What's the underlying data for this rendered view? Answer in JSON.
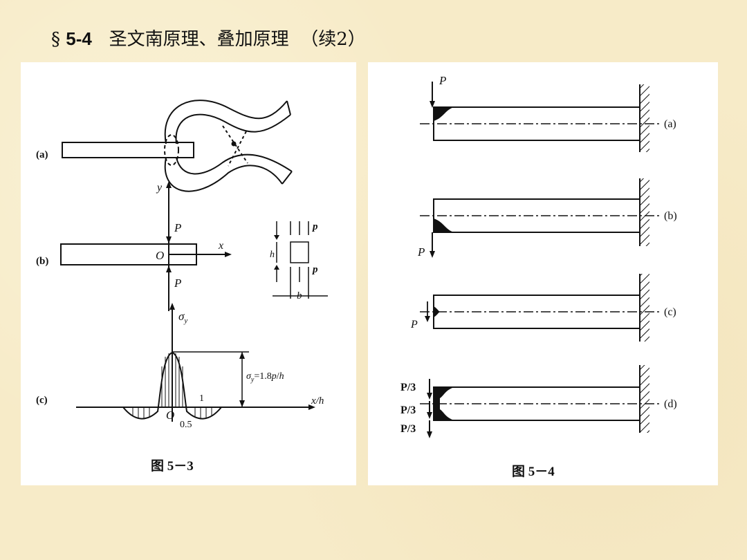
{
  "title": {
    "section": "§",
    "number": "5-4",
    "text": "圣文南原理、叠加原理",
    "suffix": "（续2）"
  },
  "fig53": {
    "caption": "图 5－3",
    "labels": {
      "a": "(a)",
      "b": "(b)",
      "c": "(c)"
    },
    "axes": {
      "y": "y",
      "x": "x",
      "origin": "O",
      "sigma": "σ",
      "sigma_sub": "y",
      "xh": "x/h",
      "one": "1",
      "half": "0.5"
    },
    "force": "P",
    "stress_p": "p",
    "dim_h": "h",
    "dim_b": "b",
    "formula": {
      "lhs": "σ",
      "sub": "y",
      "eq": "=1.8",
      "p": "p",
      "slash": "/",
      "h": "h"
    }
  },
  "fig54": {
    "caption": "图 5－4",
    "labels": [
      "(a)",
      "(b)",
      "(c)",
      "(d)"
    ],
    "force": "P",
    "force_third": "P/3"
  }
}
